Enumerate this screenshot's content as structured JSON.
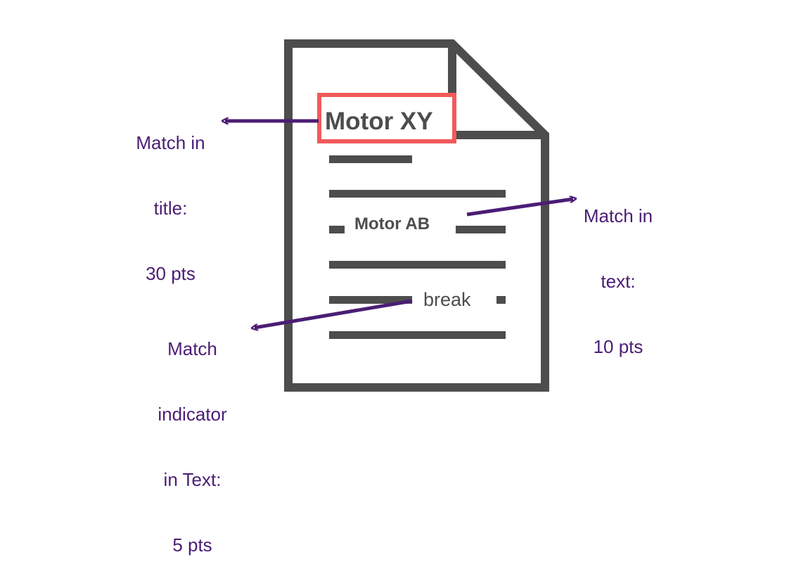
{
  "colors": {
    "document": "#4d4d4d",
    "highlight": "#f25a5a",
    "arrow": "#4b1d74",
    "background": "#ffffff"
  },
  "document": {
    "title_match": "Motor XY",
    "text_match": "Motor AB",
    "indicator_match": "break"
  },
  "annotations": {
    "title": {
      "line1": "Match in",
      "line2": "title:",
      "line3": "30 pts"
    },
    "text": {
      "line1": "Match in",
      "line2": "text:",
      "line3": "10 pts"
    },
    "indicator": {
      "line1": "Match",
      "line2": "indicator",
      "line3": "in Text:",
      "line4": "5 pts"
    }
  }
}
